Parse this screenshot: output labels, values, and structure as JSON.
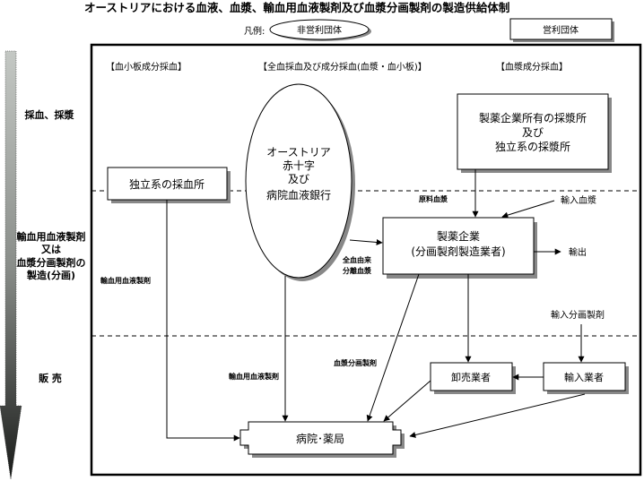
{
  "title": "オーストリアにおける血液、血漿、輸血用血液製剤及び血漿分画製剤の製造供給体制",
  "legend": {
    "label": "凡例:",
    "nonprofit": "非営利団体",
    "forprofit": "営利団体"
  },
  "stages": {
    "collection": "採血、採漿",
    "manufacturing": [
      "輸血用血液製剤",
      "又は",
      "血漿分画製剤の",
      "製造(分画)"
    ],
    "sales": "販 売"
  },
  "sections": {
    "platelet": "【血小板成分採血】",
    "whole_blood": "【全血採血及び成分採血(血漿・血小板)】",
    "plasma": "【血漿成分採血】"
  },
  "nodes": {
    "independent_blood_center": "独立系の採血所",
    "red_cross": [
      "オーストリア",
      "赤十字",
      "及び",
      "病院血液銀行"
    ],
    "plasma_centers": [
      "製薬企業所有の採漿所",
      "及び",
      "独立系の採漿所"
    ],
    "pharma": [
      "製薬企業",
      "(分画製剤製造業者)"
    ],
    "wholesaler": "卸売業者",
    "importer": "輸入業者",
    "hospital": "病院･薬局"
  },
  "edge_labels": {
    "source_plasma": "原料血漿",
    "imported_plasma": "輸入血漿",
    "export": "輸出",
    "recovered_plasma": [
      "全血由来",
      "分離血漿"
    ],
    "transfusion_products_left": "輸血用血液製剤",
    "transfusion_products_center": "輸血用血液製剤",
    "plasma_derivatives": "血漿分画製剤",
    "imported_derivatives": "輸入分画製剤"
  }
}
